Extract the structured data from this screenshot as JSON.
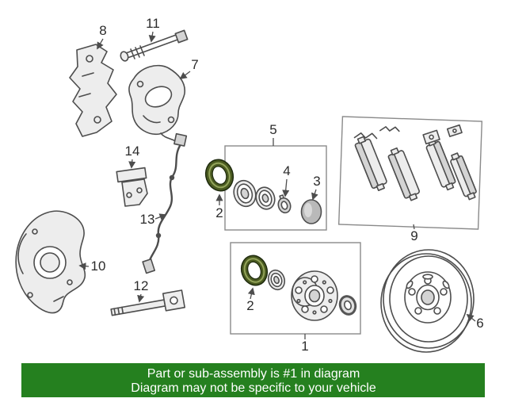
{
  "callouts": {
    "c1": "1",
    "c2a": "2",
    "c2b": "2",
    "c3": "3",
    "c4": "4",
    "c5": "5",
    "c6": "6",
    "c7": "7",
    "c8": "8",
    "c9": "9",
    "c10": "10",
    "c11": "11",
    "c12": "12",
    "c13": "13",
    "c14": "14"
  },
  "banner": {
    "line1": "Part or sub-assembly is #1 in diagram",
    "line2": "Diagram may not be specific to your vehicle",
    "bg_color": "#25801f",
    "text_color": "#ffffff"
  },
  "colors": {
    "seal_green": "#4a5a20",
    "seal_light": "#93a45a",
    "outline": "#4d4d4d"
  }
}
